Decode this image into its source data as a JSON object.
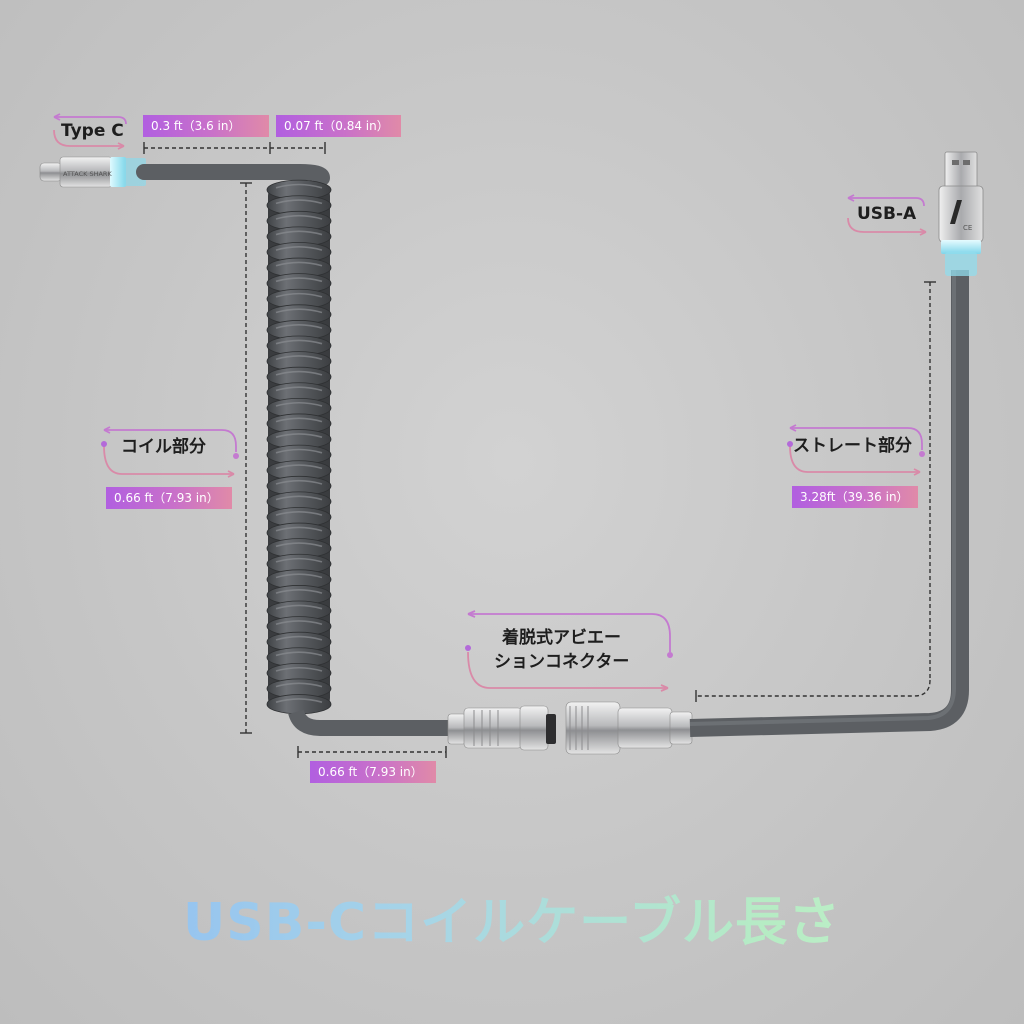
{
  "title": "USB-Cコイルケーブル長さ",
  "colors": {
    "cable": "#5c5f63",
    "cable_highlight": "#7a7d82",
    "glow": "#9fe8f5",
    "metal": "#c9cacc",
    "dim_line": "#333333",
    "arrow_purple": "#b36ad9",
    "arrow_pink": "#e28aa8",
    "title_blue": "#8ab8f5",
    "title_green": "#c8f2cc"
  },
  "labels": {
    "type_c": "Type C",
    "usb_a": "USB-A",
    "coil_part": "コイル部分",
    "straight_part": "ストレート部分",
    "connector_line1": "着脱式アビエー",
    "connector_line2": "ションコネクター"
  },
  "measurements": {
    "plug_length": "0.3 ft（3.6 in）",
    "collar_length": "0.07 ft（0.84 in）",
    "coil_length": "0.66 ft（7.93 in）",
    "straight_length": "3.28ft（39.36 in）",
    "lower_length": "0.66 ft（7.93 in）"
  },
  "brand_print": "ATTACK SHARK",
  "icons": [
    "curved-arrow-icon",
    "usb-a-plug-icon",
    "type-c-plug-icon",
    "aviator-connector-icon",
    "brand-logo-icon"
  ]
}
